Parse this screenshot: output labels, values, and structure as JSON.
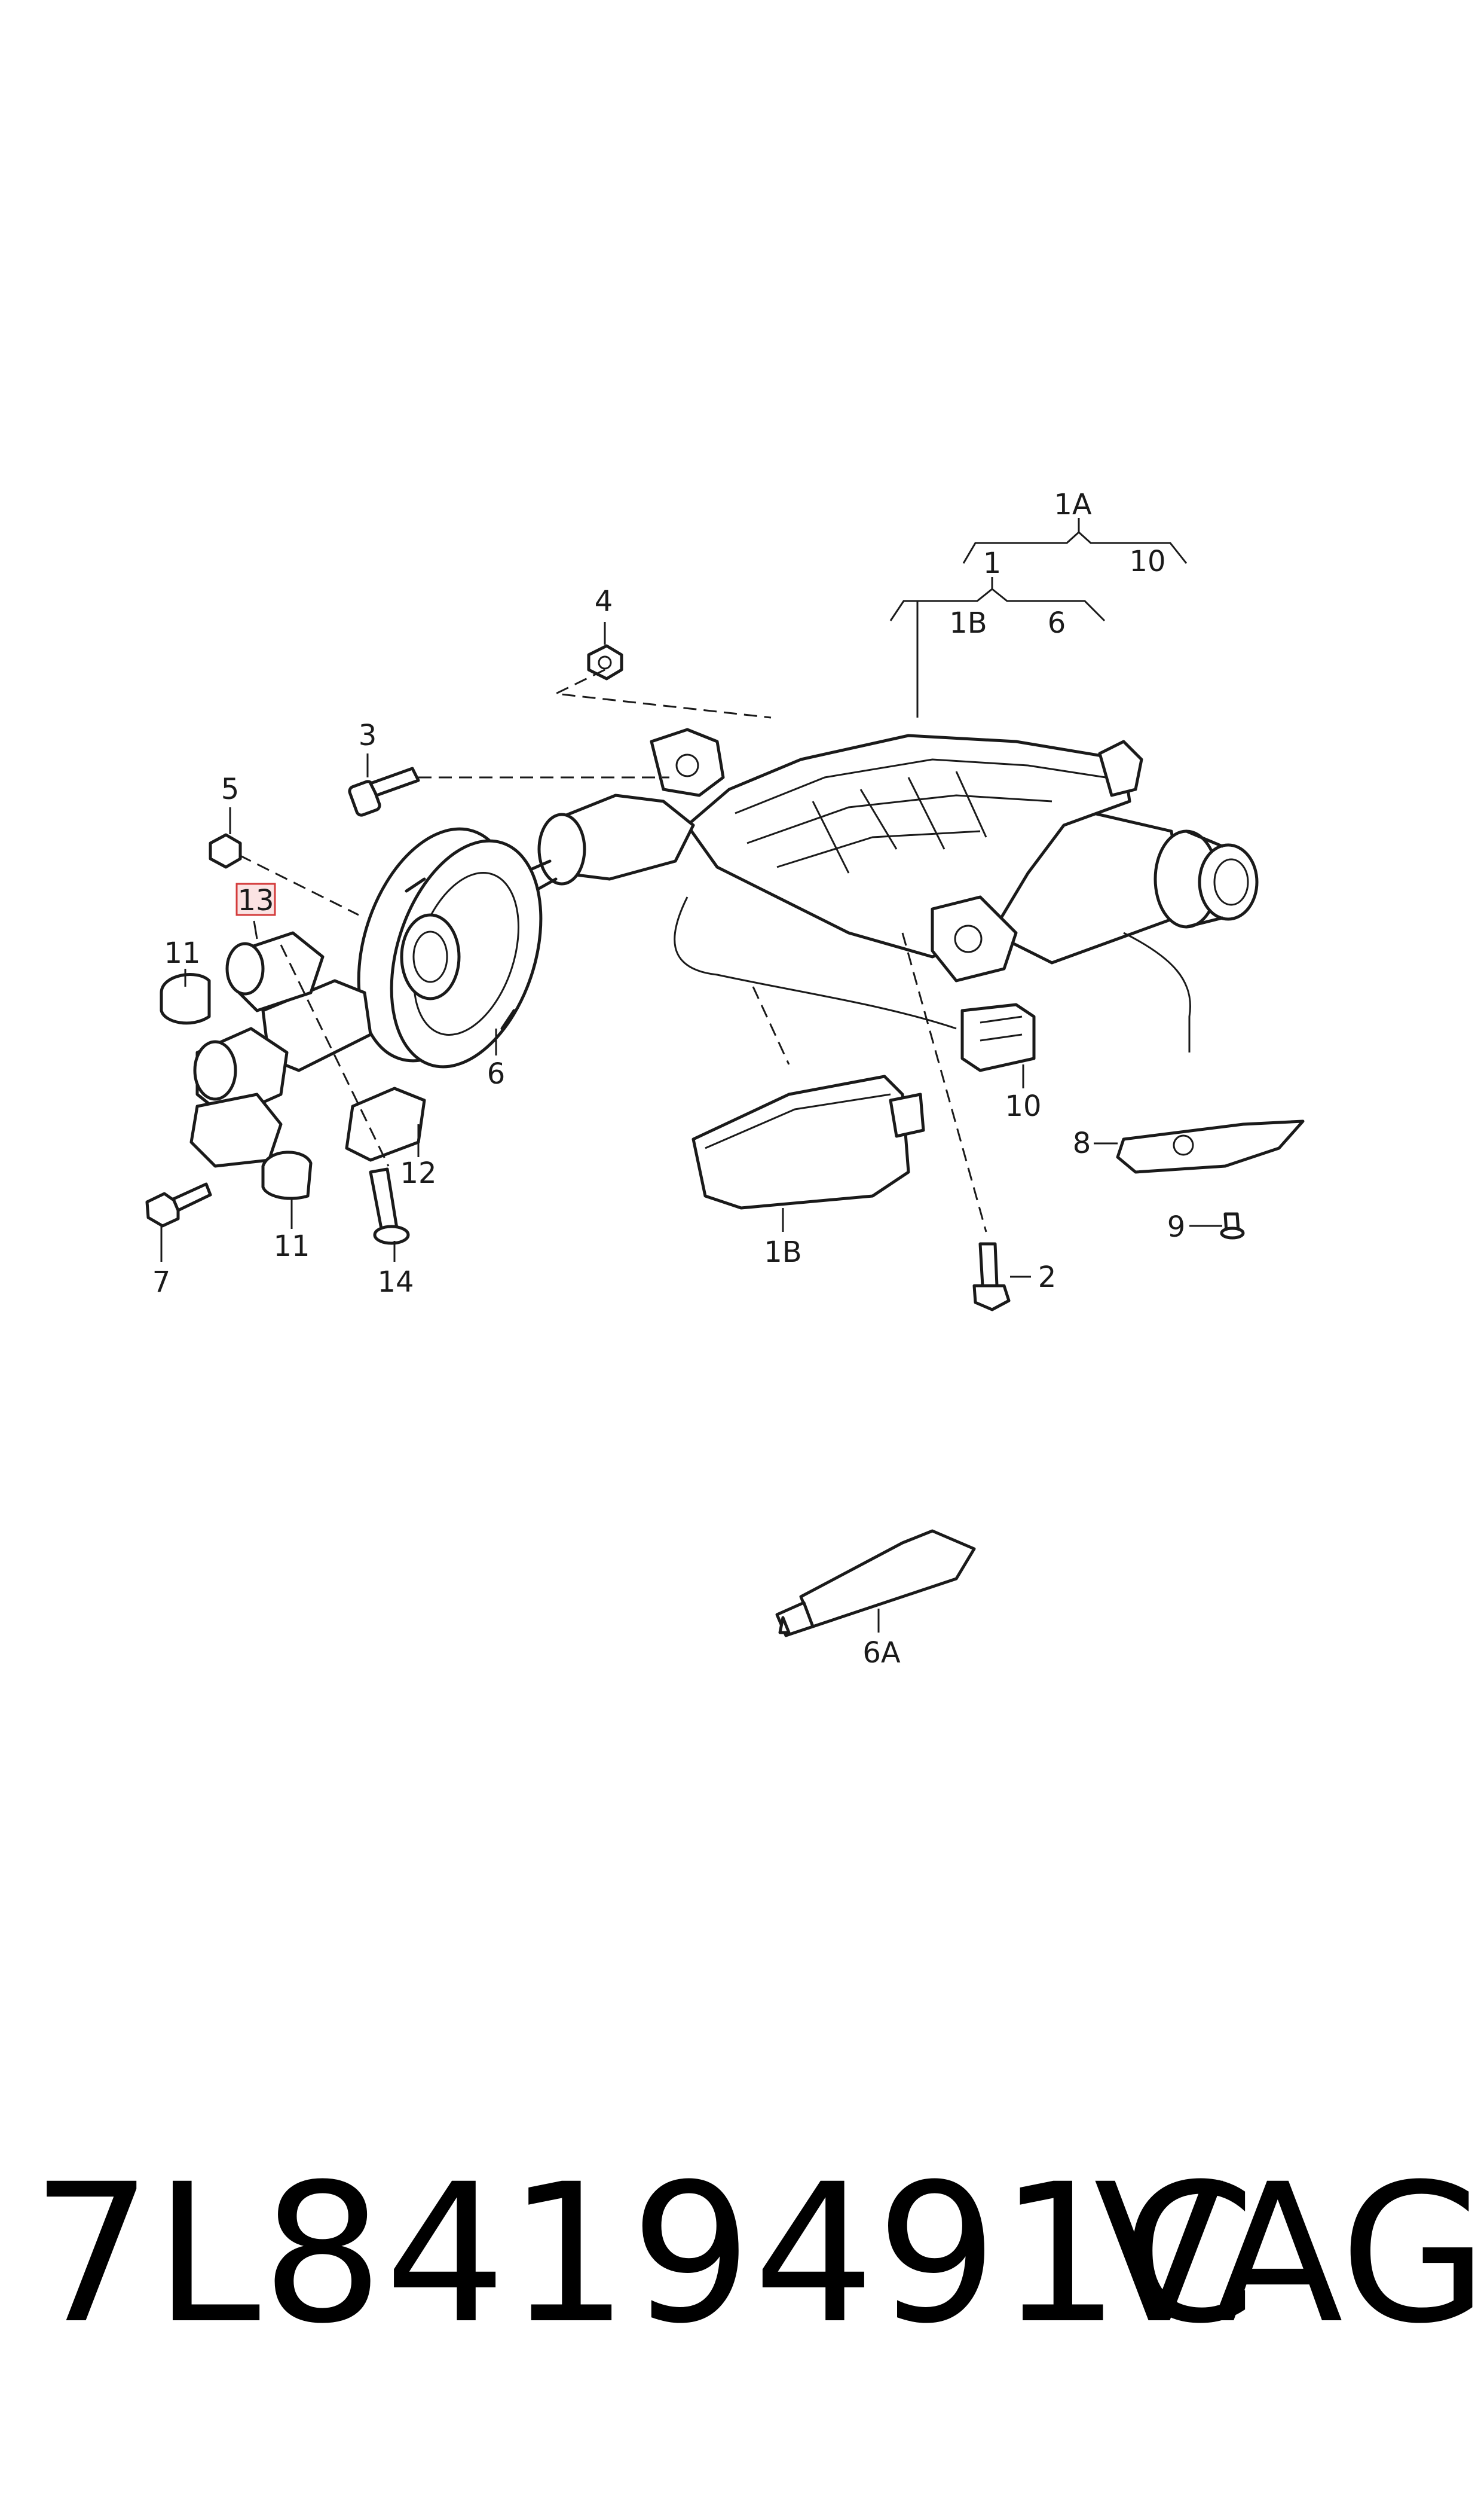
{
  "labels": {
    "l1A": "1A",
    "l10_top": "10",
    "l1": "1",
    "l1B_top": "1B",
    "l6_top": "6",
    "l4": "4",
    "l3": "3",
    "l5": "5",
    "l13": "13",
    "l11_left": "11",
    "l6": "6",
    "l12": "12",
    "l7": "7",
    "l11_bottom": "11",
    "l14": "14",
    "l10": "10",
    "l8": "8",
    "l1B": "1B",
    "l2": "2",
    "l9": "9",
    "l6A": "6A"
  },
  "highlight": {
    "item": "13",
    "fill": "#fbe3e3",
    "stroke": "#d33b3b"
  },
  "footer": {
    "part_number": "7L8419491C",
    "brand": "VAG"
  }
}
